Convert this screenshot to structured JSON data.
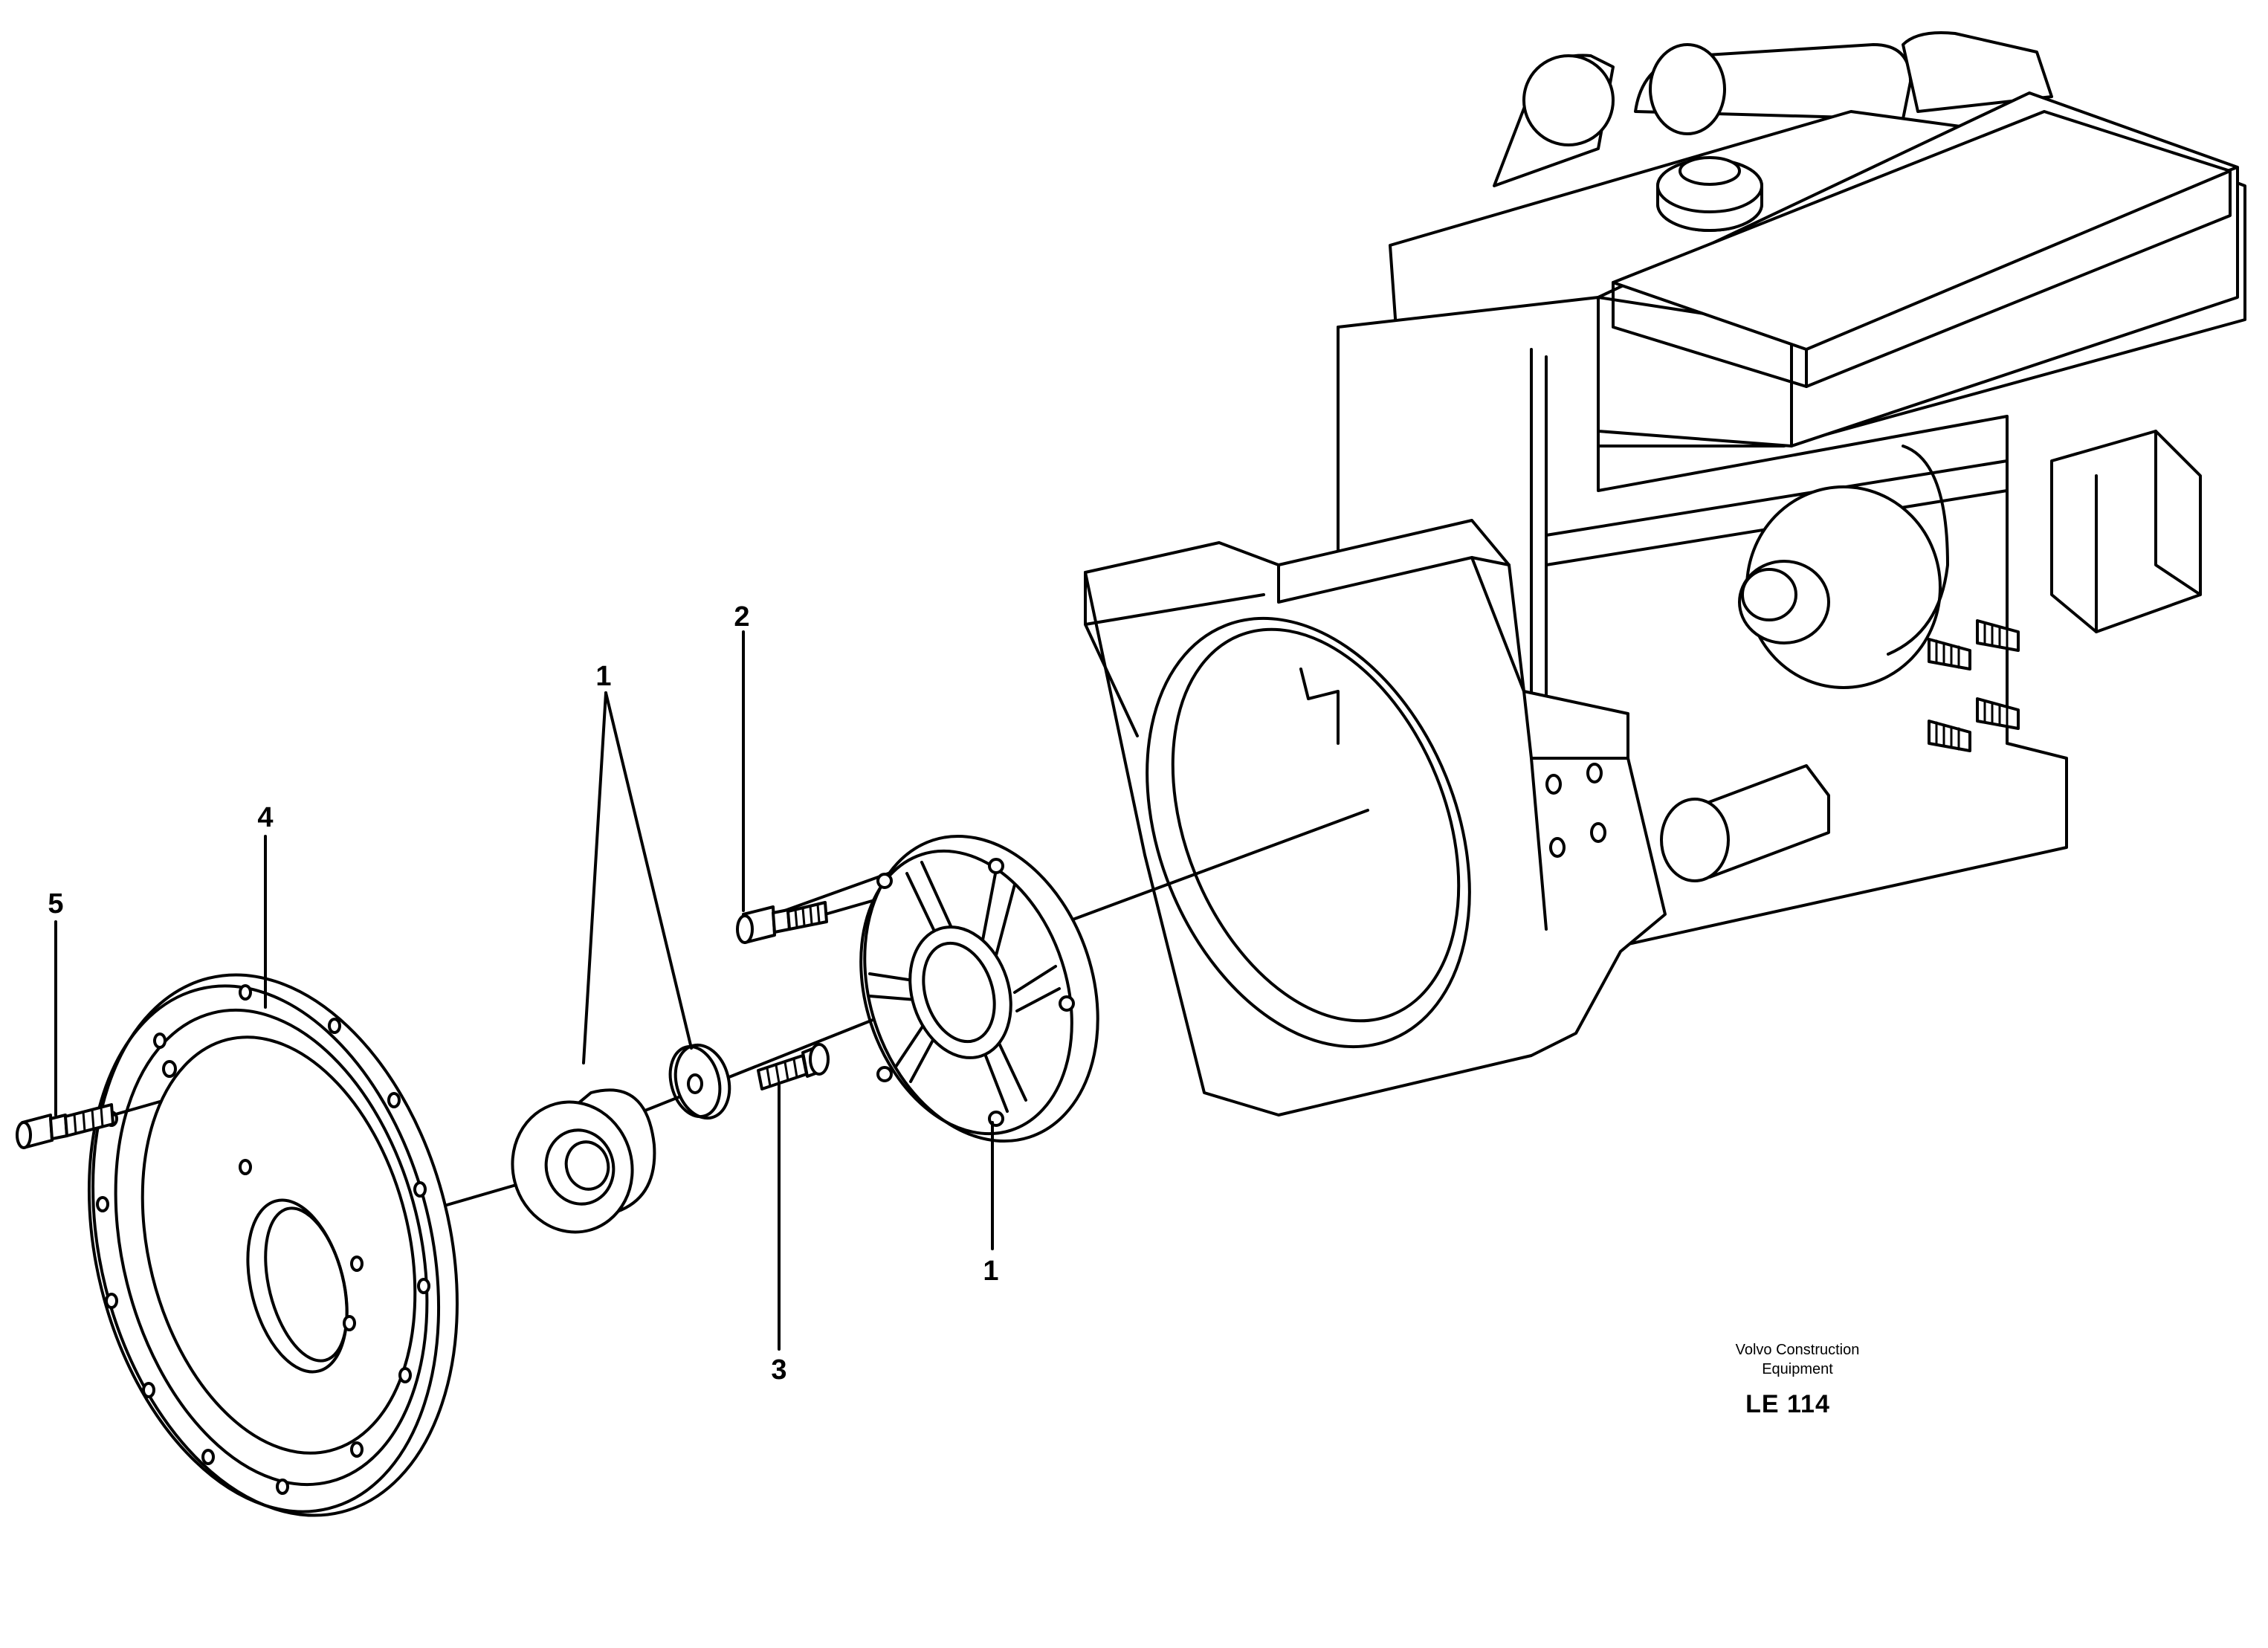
{
  "callouts": {
    "c1_top": "1",
    "c2": "2",
    "c3": "3",
    "c4": "4",
    "c5": "5",
    "c1_bottom": "1"
  },
  "footer": {
    "brand_line1": "Volvo Construction",
    "brand_line2": "Equipment",
    "code": "LE 114"
  }
}
